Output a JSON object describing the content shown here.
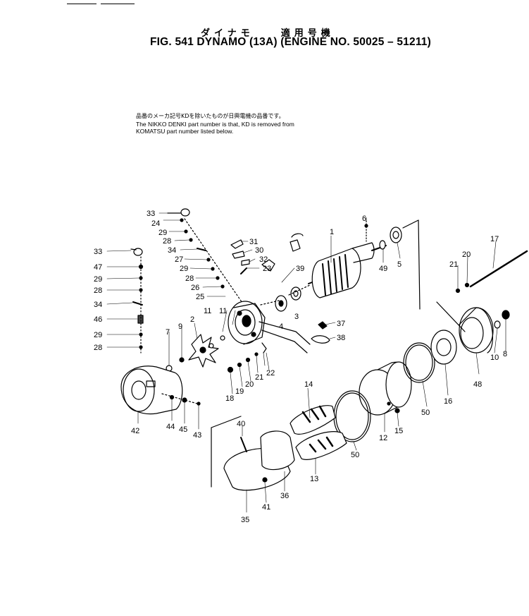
{
  "header": {
    "jp_title": "ダイナモ　　適用号機",
    "fig_title": "FIG. 541  DYNAMO (13A) (ENGINE NO. 50025 – 51211)"
  },
  "notes": {
    "jp": "品番のメーカ記号KDを除いたものが日興電機の品番です。",
    "en_line1": "The NIKKO DENKI part number is that, KD is removed from",
    "en_line2": "KOMATSU part number listed below."
  },
  "callouts": [
    "1",
    "2",
    "3",
    "4",
    "5",
    "6",
    "7",
    "8",
    "9",
    "10",
    "11",
    "12",
    "13",
    "14",
    "15",
    "16",
    "17",
    "18",
    "19",
    "20",
    "21",
    "22",
    "23",
    "24",
    "25",
    "26",
    "27",
    "28",
    "29",
    "30",
    "31",
    "32",
    "33",
    "34",
    "35",
    "36",
    "37",
    "38",
    "39",
    "40",
    "41",
    "42",
    "43",
    "44",
    "45",
    "46",
    "47",
    "48",
    "49",
    "50"
  ]
}
